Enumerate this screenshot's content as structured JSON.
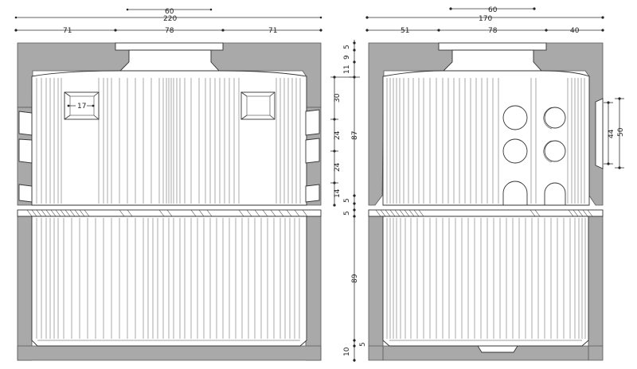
{
  "left_view": {
    "top_dims": [
      "60",
      "220",
      "71",
      "78",
      "71"
    ],
    "opening_label": "17"
  },
  "middle_dims": [
    "5",
    "9",
    "11",
    "30",
    "87",
    "24",
    "24",
    "14",
    "5",
    "5",
    "89",
    "10",
    "5"
  ],
  "right_view": {
    "top_dims": [
      "60",
      "170",
      "51",
      "78",
      "40"
    ],
    "side_dims": [
      "44",
      "50"
    ]
  },
  "colors": {
    "wall": "#a9a9a9",
    "tank_fill": "#ffffff",
    "line": "#333333"
  }
}
